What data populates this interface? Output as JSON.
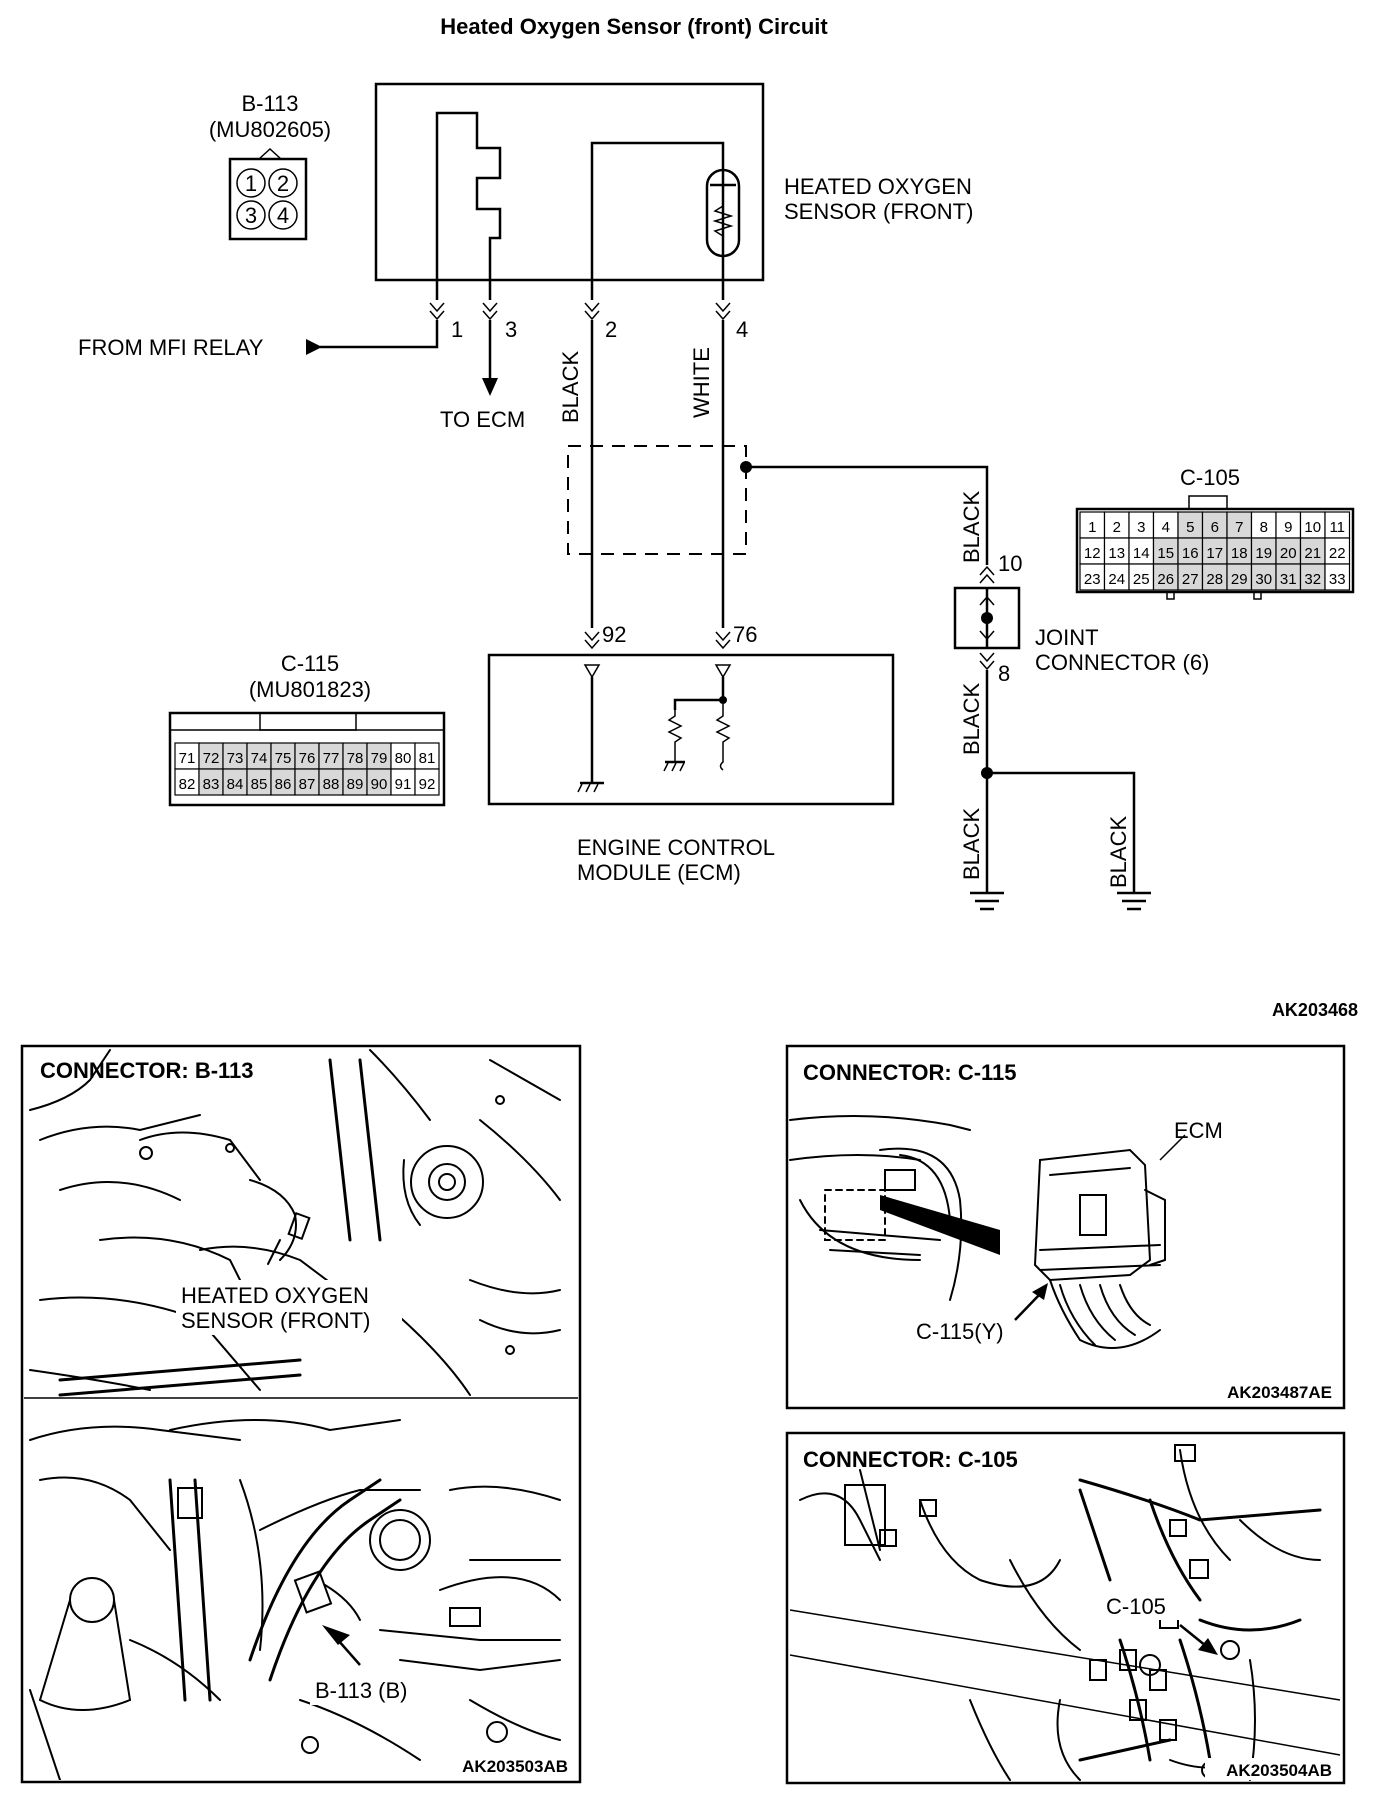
{
  "title": "Heated Oxygen Sensor (front) Circuit",
  "connector_b113": {
    "id": "B-113",
    "part": "(MU802605)",
    "pins": [
      "1",
      "2",
      "3",
      "4"
    ]
  },
  "sensor_label": [
    "HEATED OXYGEN",
    "SENSOR (FRONT)"
  ],
  "from_mfi": "FROM MFI RELAY",
  "to_ecm": "TO ECM",
  "pins": {
    "p1": "1",
    "p3": "3",
    "p2": "2",
    "p4": "4",
    "p92": "92",
    "p76": "76",
    "p10": "10",
    "p8": "8"
  },
  "wires": {
    "black": "BLACK",
    "white": "WHITE"
  },
  "joint_label": [
    "JOINT",
    "CONNECTOR (6)"
  ],
  "ecm_label": [
    "ENGINE CONTROL",
    "MODULE (ECM)"
  ],
  "connector_c115": {
    "id": "C-115",
    "part": "(MU801823)",
    "row1": [
      "71",
      "72",
      "73",
      "74",
      "75",
      "76",
      "77",
      "78",
      "79",
      "80",
      "81"
    ],
    "row2": [
      "82",
      "83",
      "84",
      "85",
      "86",
      "87",
      "88",
      "89",
      "90",
      "91",
      "92"
    ]
  },
  "connector_c105": {
    "id": "C-105",
    "row1": [
      "1",
      "2",
      "3",
      "4",
      "5",
      "6",
      "7",
      "8",
      "9",
      "10",
      "11"
    ],
    "row2": [
      "12",
      "13",
      "14",
      "15",
      "16",
      "17",
      "18",
      "19",
      "20",
      "21",
      "22"
    ],
    "row3": [
      "23",
      "24",
      "25",
      "26",
      "27",
      "28",
      "29",
      "30",
      "31",
      "32",
      "33"
    ]
  },
  "figure_code_top": "AK203468",
  "panel_b113": {
    "heading": "CONNECTOR: B-113",
    "callout": [
      "HEATED OXYGEN",
      "SENSOR (FRONT)"
    ],
    "callout2": "B-113 (B)",
    "code": "AK203503AB"
  },
  "panel_c115": {
    "heading": "CONNECTOR: C-115",
    "ecm": "ECM",
    "callout": "C-115(Y)",
    "code": "AK203487AE"
  },
  "panel_c105": {
    "heading": "CONNECTOR: C-105",
    "callout": "C-105",
    "code": "AK203504AB"
  }
}
